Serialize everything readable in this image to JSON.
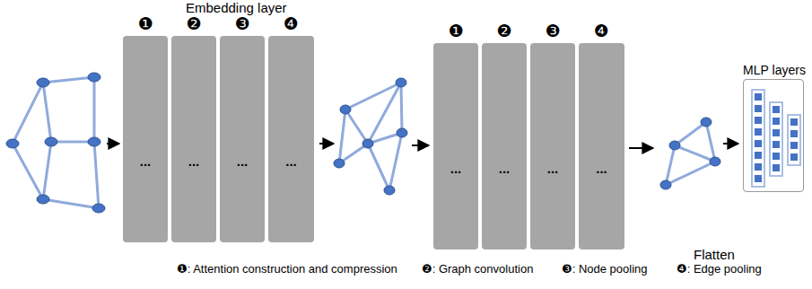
{
  "diagram": {
    "nodes": [
      {
        "text": [
          "❶",
          "..."
        ]
      },
      {
        "text": [
          "❷",
          "..."
        ]
      },
      {
        "text": [
          "❸",
          "..."
        ]
      },
      {
        "text": [
          "❹",
          "..."
        ]
      },
      {
        "text": [
          "❶",
          "..."
        ]
      },
      {
        "text": [
          "❷",
          "..."
        ]
      },
      {
        "text": [
          "❸",
          "..."
        ]
      },
      {
        "text": [
          "❹",
          "..."
        ]
      },
      {
        "text": [
          "MLP layers"
        ]
      }
    ],
    "labels": [
      "Embedding layer",
      "Flatten",
      "❶: Attention construction and compression",
      "❷: Graph convolution",
      "❸: Node pooling",
      "❹: Edge pooling"
    ]
  }
}
